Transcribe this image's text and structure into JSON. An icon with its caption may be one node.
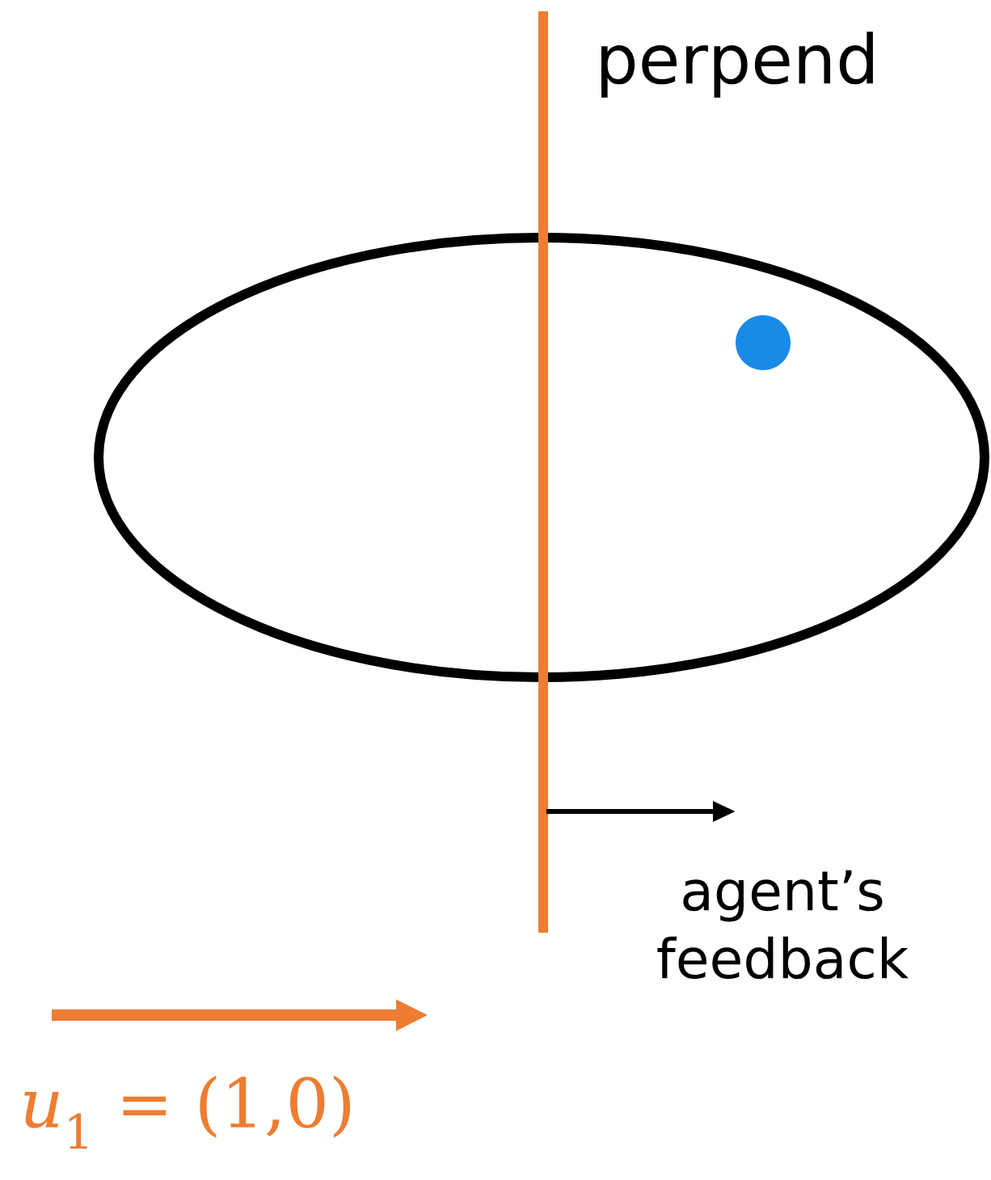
{
  "diagram": {
    "nodes": [
      {
        "text": [],
        "shape": "ellipse"
      },
      {
        "text": [],
        "shape": "circle",
        "in": 0
      }
    ],
    "labels": [
      "perpend",
      "agent’s feedback",
      "*u*$_{1}$ = (1,0)"
    ]
  }
}
